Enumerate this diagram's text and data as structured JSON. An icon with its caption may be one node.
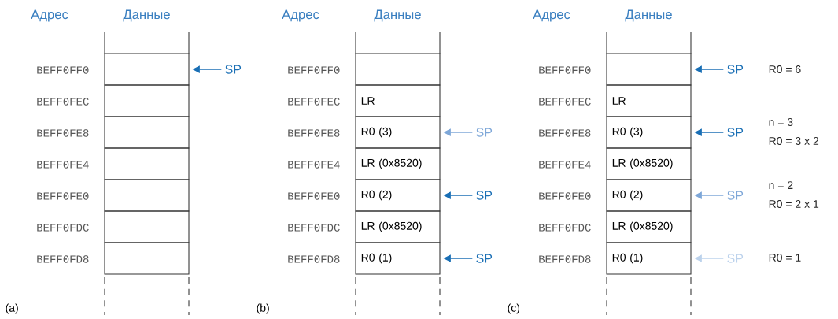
{
  "diagram": {
    "nodes": [
      {
        "text": [],
        "shape": "box"
      },
      {
        "text": [],
        "shape": "box"
      },
      {
        "text": [],
        "shape": "box"
      },
      {
        "text": [],
        "shape": "box"
      },
      {
        "text": [],
        "shape": "box"
      },
      {
        "text": [],
        "shape": "box"
      },
      {
        "text": [],
        "shape": "box"
      },
      {
        "text": [
          "SP"
        ]
      },
      {
        "text": [],
        "shape": "box"
      },
      {
        "text": [
          "LR"
        ]
      },
      {
        "text": [
          "R0 (3)"
        ]
      },
      {
        "text": [
          "LR (0x8520)"
        ]
      },
      {
        "text": [
          "R0 (2)"
        ]
      },
      {
        "text": [
          "LR (0x8520)"
        ]
      },
      {
        "text": [
          "R0 (1)"
        ]
      },
      {
        "text": [
          "SP"
        ]
      },
      {
        "text": [
          "SP"
        ]
      },
      {
        "text": [
          "SP"
        ]
      },
      {
        "text": [],
        "shape": "box"
      },
      {
        "text": [
          "LR"
        ]
      },
      {
        "text": [
          "R0 (3)"
        ]
      },
      {
        "text": [
          "LR (0x8520)"
        ]
      },
      {
        "text": [
          "R0 (2)"
        ]
      },
      {
        "text": [
          "LR (0x8520)"
        ]
      },
      {
        "text": [
          "R0 (1)"
        ]
      },
      {
        "text": [
          "SP"
        ]
      },
      {
        "text": [
          "SP"
        ]
      },
      {
        "text": [
          "SP"
        ]
      },
      {
        "text": [
          "SP"
        ]
      }
    ],
    "edges": [
      {
        "from": 7,
        "to": 0,
        "arrow": "to"
      },
      {
        "from": 15,
        "to": 10,
        "arrow": "to",
        "color": "#7ea7d8"
      },
      {
        "from": 16,
        "to": 12,
        "arrow": "to"
      },
      {
        "from": 17,
        "to": 14,
        "arrow": "to"
      },
      {
        "from": 25,
        "to": 18,
        "arrow": "to"
      },
      {
        "from": 26,
        "to": 20,
        "arrow": "to"
      },
      {
        "from": 27,
        "to": 22,
        "arrow": "to",
        "color": "#7ea7d8"
      },
      {
        "from": 28,
        "to": 24,
        "arrow": "to",
        "color": "#bcd2ec"
      }
    ],
    "labels": [
      "Адрес",
      "Данные",
      "BEFF0FF0",
      "BEFF0FEC",
      "BEFF0FE8",
      "BEFF0FE4",
      "BEFF0FE0",
      "BEFF0FDC",
      "BEFF0FD8",
      "(a)",
      "Адрес",
      "Данные",
      "BEFF0FF0",
      "BEFF0FEC",
      "BEFF0FE8",
      "BEFF0FE4",
      "BEFF0FE0",
      "BEFF0FDC",
      "BEFF0FD8",
      "(b)",
      "Адрес",
      "Данные",
      "BEFF0FF0",
      "BEFF0FEC",
      "BEFF0FE8",
      "BEFF0FE4",
      "BEFF0FE0",
      "BEFF0FDC",
      "BEFF0FD8",
      "(c)",
      "R0 = 6",
      "n = 3",
      "R0 = 3 x 2",
      "n = 2",
      "R0 = 2 x 1",
      "R0 = 1"
    ]
  }
}
